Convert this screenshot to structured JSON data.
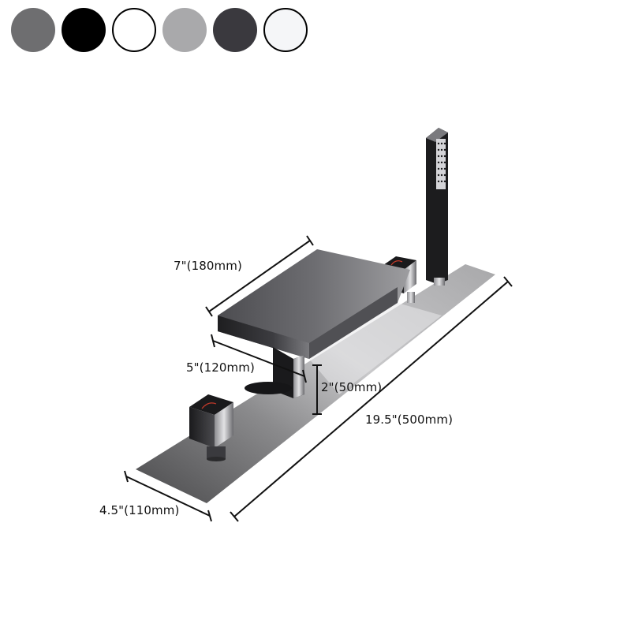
{
  "color_swatches": [
    {
      "name": "gunmetal-gray",
      "color": "#6e6e70",
      "outlined": false
    },
    {
      "name": "matte-black",
      "color": "#000000",
      "outlined": false
    },
    {
      "name": "white",
      "color": "#ffffff",
      "outlined": true
    },
    {
      "name": "light-gray",
      "color": "#a9a9ab",
      "outlined": false
    },
    {
      "name": "dark-charcoal",
      "color": "#3a393e",
      "outlined": false
    },
    {
      "name": "off-white",
      "color": "#f5f6f8",
      "outlined": true
    }
  ],
  "dimensions": {
    "spout_width": "7\"(180mm)",
    "spout_reach": "5\"(120mm)",
    "spout_height": "2\"(50mm)",
    "deck_length": "19.5\"(500mm)",
    "deck_width": "4.5\"(110mm)"
  },
  "product": {
    "type": "deck-mount waterfall tub filler with hand shower",
    "accent_color": "#c43a2a"
  }
}
